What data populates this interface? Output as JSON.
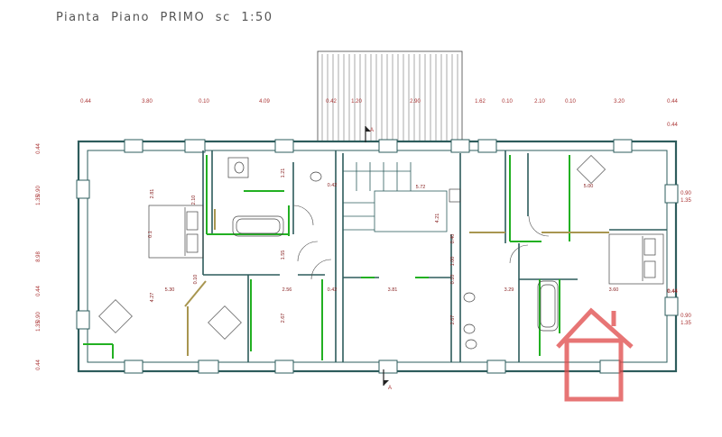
{
  "title": "Pianta  Piano  PRIMO  sc  1:50",
  "top_dims": [
    "0.44",
    "3.80",
    "0.10",
    "4.09",
    "0.42",
    "1.20",
    "2.90",
    "1.62",
    "0.10",
    "2.10",
    "0.10",
    "3.20",
    "0.44"
  ],
  "left_dims": [
    "0.44",
    "0.90",
    "1.35",
    "8.98",
    "0.44",
    "0.90",
    "1.35",
    "0.44"
  ],
  "right_dims": [
    "0.44",
    "0.90",
    "1.35",
    "0.44",
    "0.90",
    "1.35"
  ],
  "interior_dims": [
    "2.81",
    "0.1",
    "4.27",
    "5.30",
    "2.10",
    "1.21",
    "0.42",
    "5.72",
    "4.21",
    "1.55",
    "2.56",
    "2.67",
    "3.81",
    "0.42",
    "2.67",
    "3.29",
    "3.60",
    "5.00",
    "0.44",
    "0.10",
    "0.10",
    "0.40",
    "1.00"
  ],
  "section_marks": [
    "A",
    "A"
  ],
  "colors": {
    "wall": "#2d5c5c",
    "dim": "#a33333",
    "green": "#22b022",
    "olive": "#a89650",
    "logo": "#e04848"
  }
}
